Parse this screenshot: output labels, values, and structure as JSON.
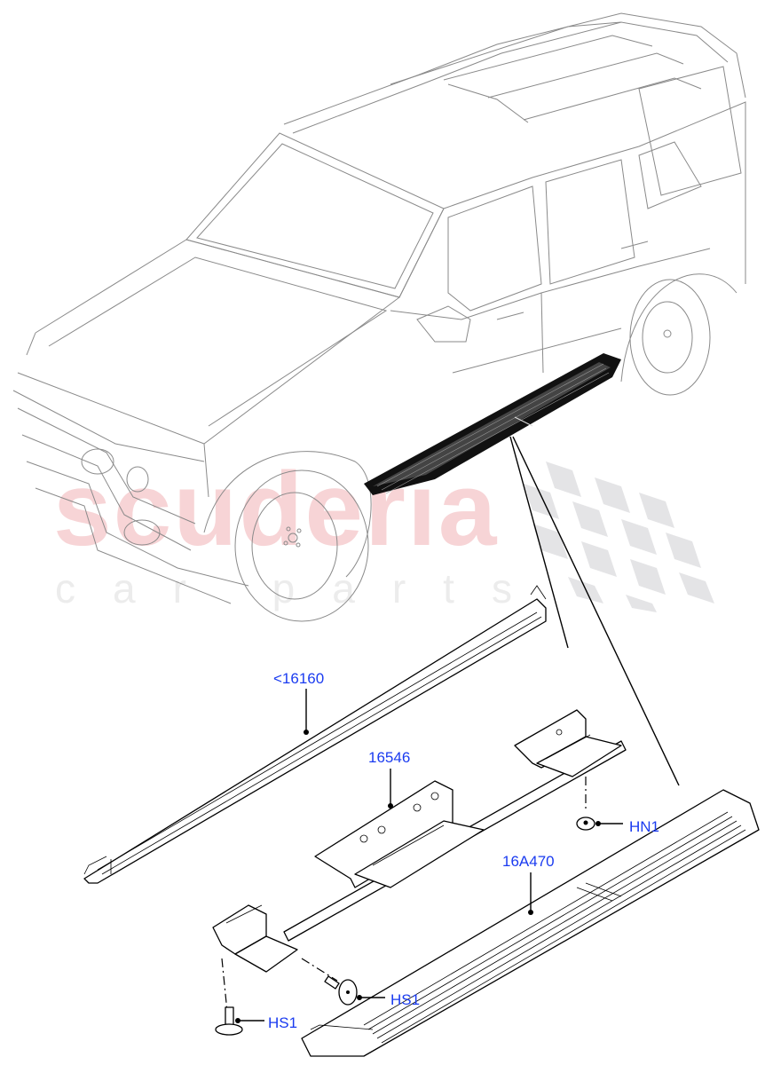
{
  "diagram": {
    "subject": "Vehicle side step / running board assembly exploded view",
    "watermark": {
      "brand": "scuderia",
      "tagline": "car parts"
    },
    "callouts": [
      {
        "id": "callout-16160",
        "text": "<16160",
        "part": "side rail / sill trim"
      },
      {
        "id": "callout-16546",
        "text": "16546",
        "part": "running board mounting bracket assembly"
      },
      {
        "id": "callout-hn1",
        "text": "HN1",
        "part": "nut"
      },
      {
        "id": "callout-16a470",
        "text": "16A470",
        "part": "running board / side step"
      },
      {
        "id": "callout-hs1-upper",
        "text": "HS1",
        "part": "screw"
      },
      {
        "id": "callout-hs1-lower",
        "text": "HS1",
        "part": "screw"
      }
    ],
    "colors": {
      "callout_text": "#1a3bf0",
      "watermark_red": "#f7d4d6",
      "watermark_grey": "#ececec",
      "car_outline": "#8a8a8a",
      "part_outline": "#000000"
    }
  }
}
